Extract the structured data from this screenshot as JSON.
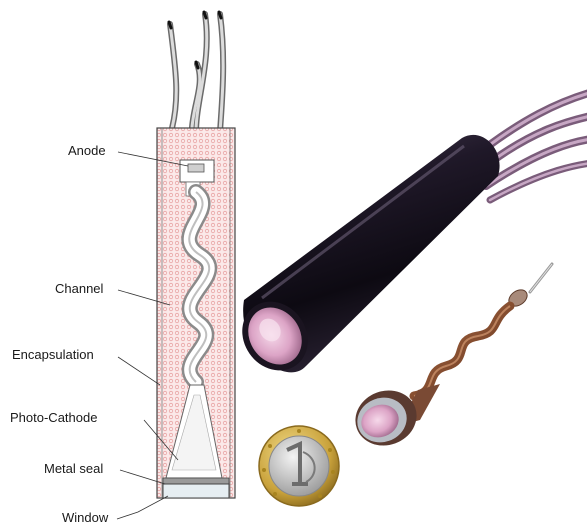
{
  "labels": {
    "anode": "Anode",
    "channel": "Channel",
    "encapsulation": "Encapsulation",
    "photo_cathode": "Photo-Cathode",
    "metal_seal": "Metal seal",
    "window": "Window"
  },
  "colors": {
    "encapsulation_fill": "#fbe9e9",
    "encapsulation_dots": "#e9a7a7",
    "housing": "#1b1423",
    "window_face": "#e8b8d6",
    "cable": "#a07fa0",
    "copper": "#8a4a2a",
    "coin_gold": "#d6b24a",
    "coin_silver": "#c9c9c9"
  },
  "icons": [
    "coin-icon"
  ]
}
